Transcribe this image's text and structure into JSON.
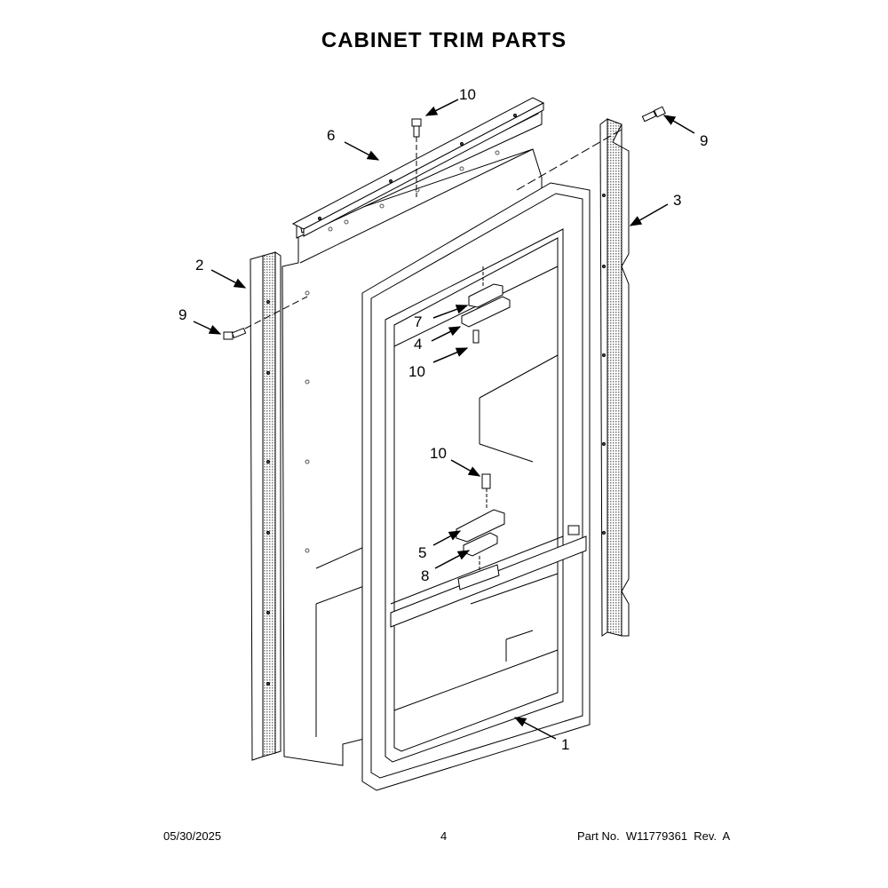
{
  "title": "CABINET TRIM PARTS",
  "callouts": {
    "c10_top": "10",
    "c6": "6",
    "c9_right": "9",
    "c3": "3",
    "c2": "2",
    "c9_left": "9",
    "c7": "7",
    "c4": "4",
    "c10_mid": "10",
    "c10_lower": "10",
    "c5": "5",
    "c8": "8",
    "c1": "1"
  },
  "footer": {
    "date": "05/30/2025",
    "page": "4",
    "part": "Part No.  W11779361  Rev.  A"
  }
}
